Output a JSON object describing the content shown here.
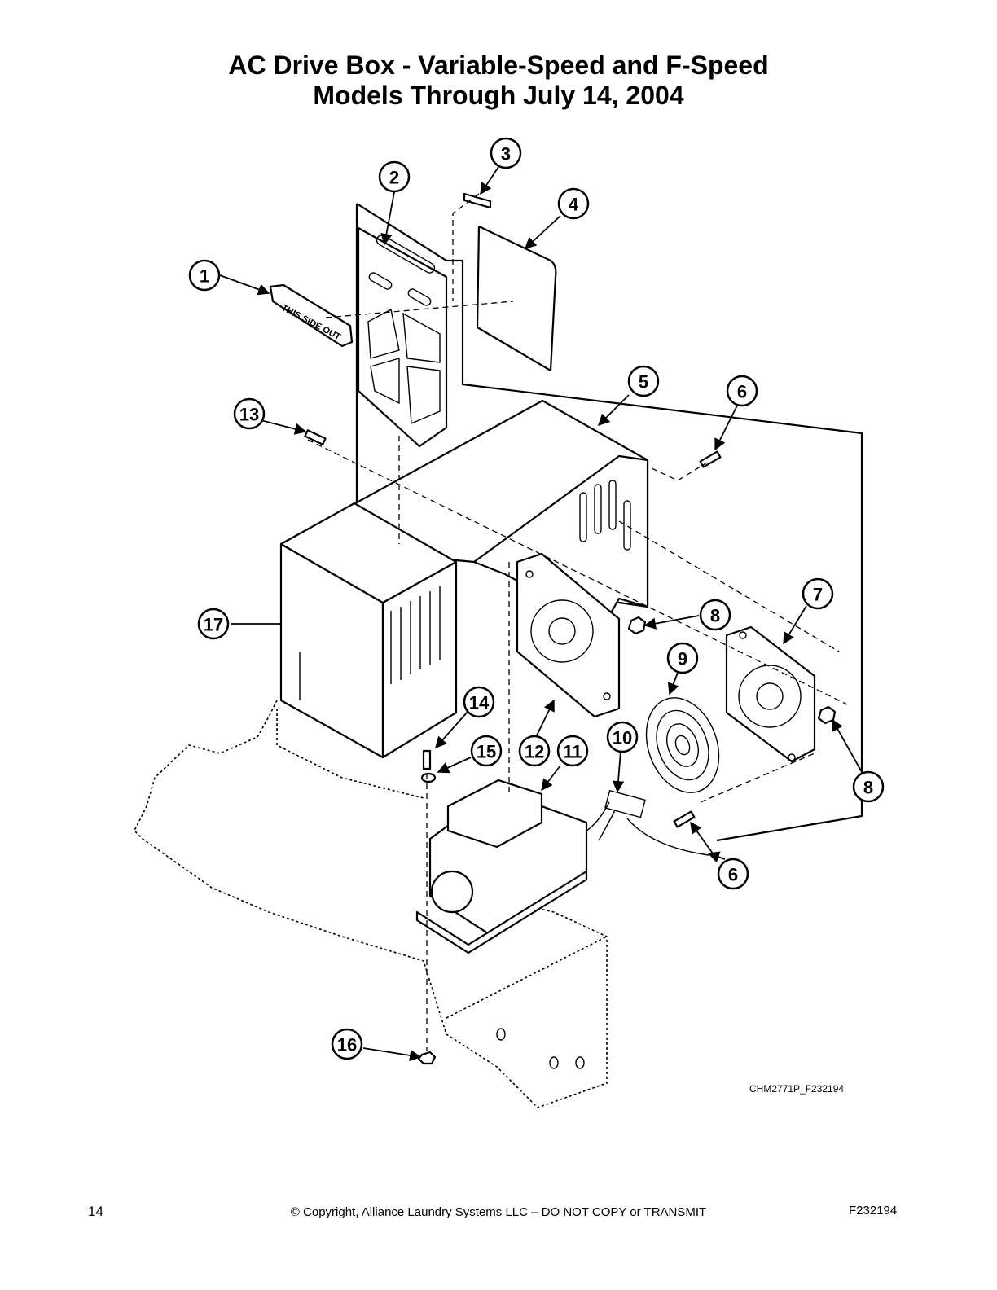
{
  "title": {
    "line1": "AC Drive Box - Variable-Speed and F-Speed",
    "line2": "Models Through July 14, 2004"
  },
  "label_sticker_text": "THIS SIDE OUT",
  "callouts": [
    "1",
    "2",
    "3",
    "4",
    "5",
    "6",
    "7",
    "8",
    "9",
    "10",
    "11",
    "12",
    "13",
    "14",
    "15",
    "16",
    "17"
  ],
  "figure_ref": "CHM2771P_F232194",
  "footer": {
    "page_number": "14",
    "copyright": "© Copyright, Alliance Laundry Systems LLC – DO NOT COPY or TRANSMIT",
    "doc_number": "F232194"
  }
}
